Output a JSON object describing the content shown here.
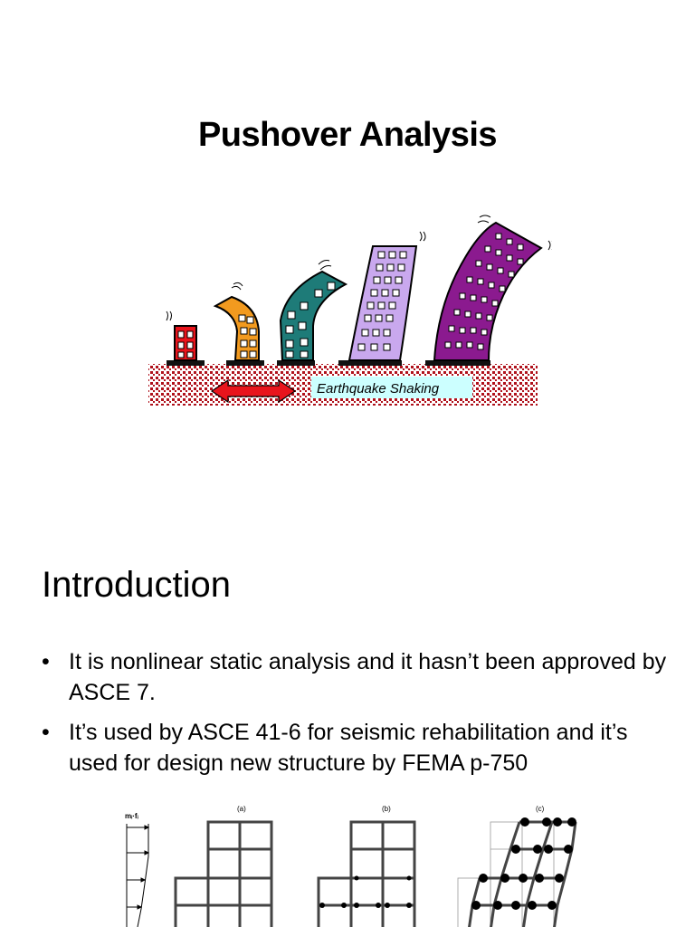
{
  "slide": {
    "title": "Pushover Analysis"
  },
  "top_figure": {
    "shaking_label": "Earthquake Shaking",
    "building_colors": [
      "#e8141c",
      "#f29a1f",
      "#1e7b78",
      "#c9a8ee",
      "#8b1a8f"
    ],
    "ground_color": "#b0121c",
    "label_bg": "#ccffff"
  },
  "section": {
    "heading": "Introduction",
    "bullets": [
      "It is nonlinear static analysis and it hasn’t been approved by ASCE 7.",
      "It’s used by ASCE 41-6 for seismic rehabilitation and it’s used for design new structure by FEMA p-750"
    ]
  },
  "bottom_figure": {
    "force_label": "mᵢ·fᵢ",
    "panel_labels": [
      "(a)",
      "(b)",
      "(c)"
    ]
  }
}
